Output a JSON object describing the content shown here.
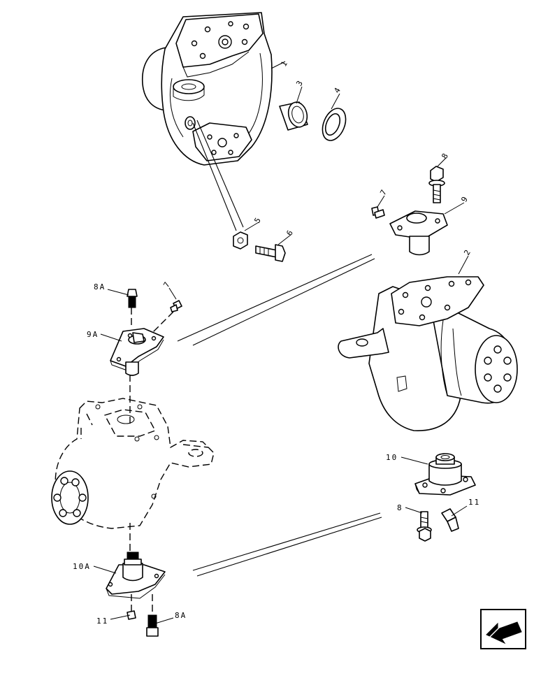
{
  "callouts": [
    {
      "id": "c1",
      "label": "1"
    },
    {
      "id": "c2",
      "label": "2"
    },
    {
      "id": "c3",
      "label": "3"
    },
    {
      "id": "c4",
      "label": "4"
    },
    {
      "id": "c5",
      "label": "5"
    },
    {
      "id": "c6",
      "label": "6"
    },
    {
      "id": "c7",
      "label": "7"
    },
    {
      "id": "c7b",
      "label": "7"
    },
    {
      "id": "c8",
      "label": "8"
    },
    {
      "id": "c8b",
      "label": "8"
    },
    {
      "id": "c8a",
      "label": "8A"
    },
    {
      "id": "c8a2",
      "label": "8A"
    },
    {
      "id": "c9",
      "label": "9"
    },
    {
      "id": "c9a",
      "label": "9A"
    },
    {
      "id": "c10",
      "label": "10"
    },
    {
      "id": "c10a",
      "label": "10A"
    },
    {
      "id": "c11",
      "label": "11"
    },
    {
      "id": "c11b",
      "label": "11"
    }
  ],
  "nav_icon": {
    "name": "next-page-arrow-icon"
  }
}
